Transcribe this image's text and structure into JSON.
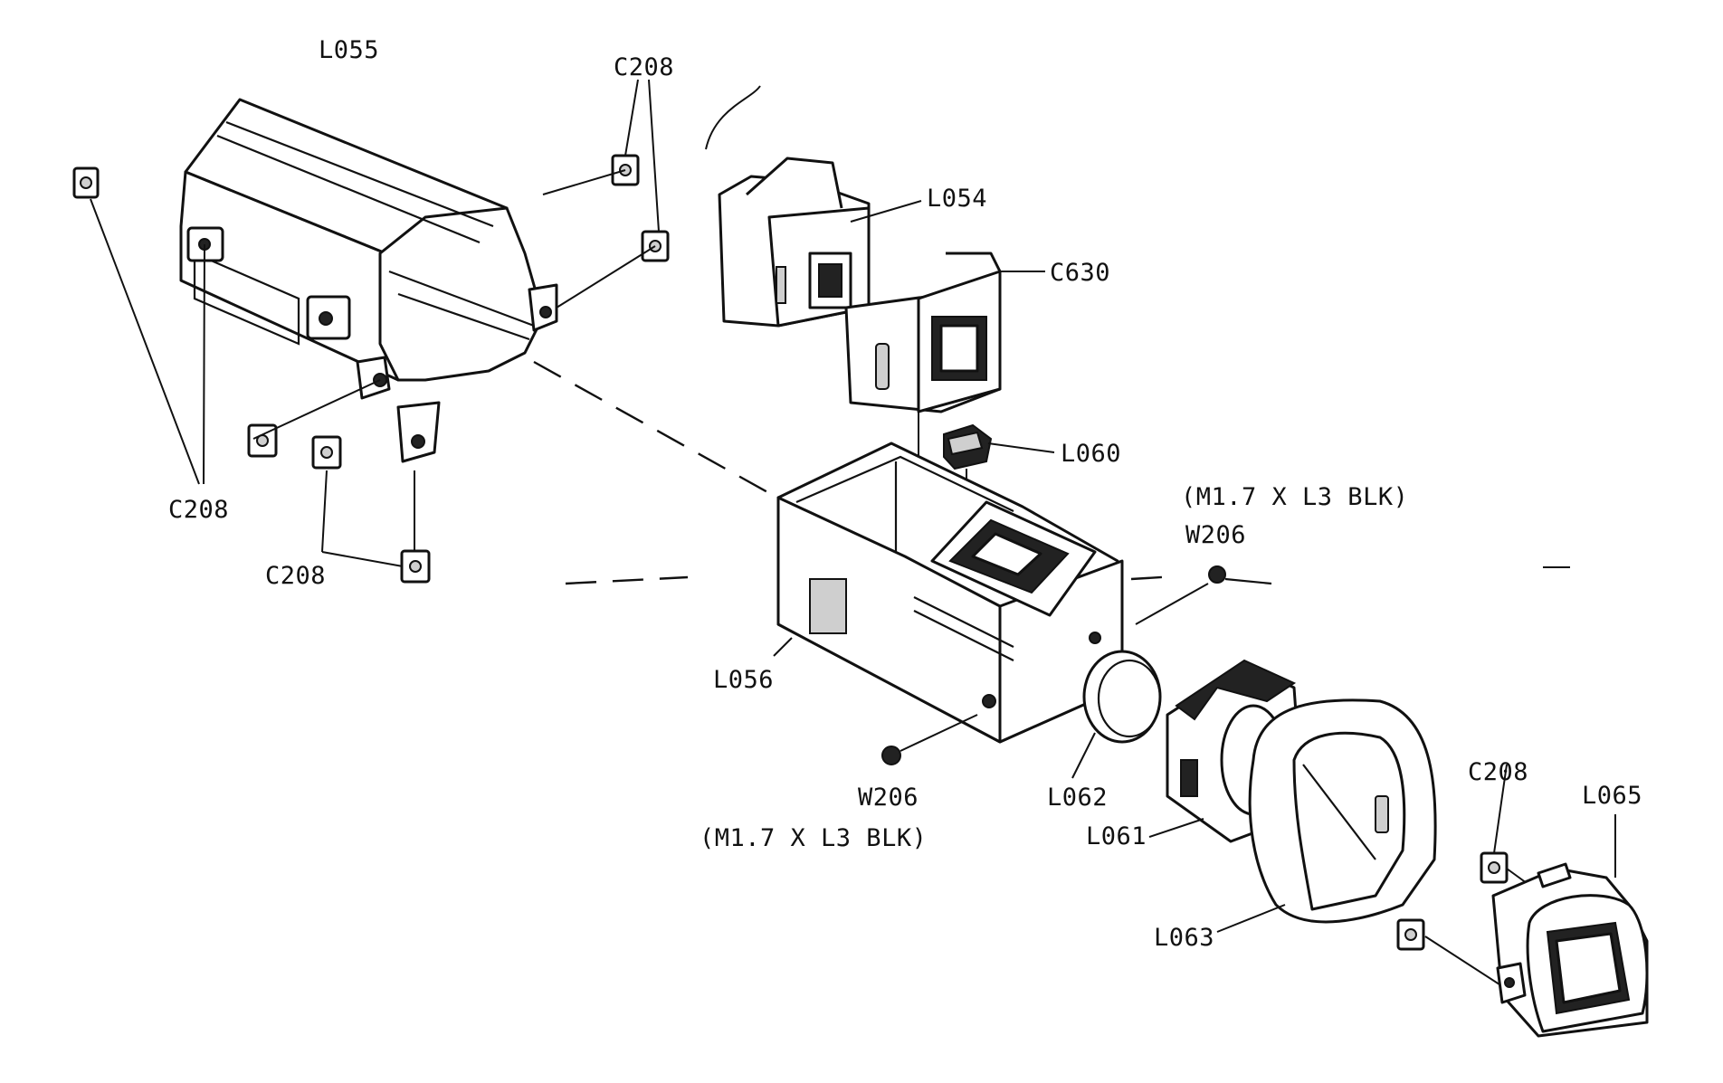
{
  "labels": {
    "l055": "L055",
    "c208_top": "C208",
    "l054": "L054",
    "c630": "C630",
    "l060": "L060",
    "w206_right_spec": "(M1.7 X L3 BLK)",
    "w206_right": "W206",
    "c208_left": "C208",
    "c208_bottom": "C208",
    "l056": "L056",
    "w206_left": "W206",
    "w206_left_spec": "(M1.7 X L3 BLK)",
    "l062": "L062",
    "l061": "L061",
    "l063": "L063",
    "c208_right": "C208",
    "l065": "L065"
  }
}
